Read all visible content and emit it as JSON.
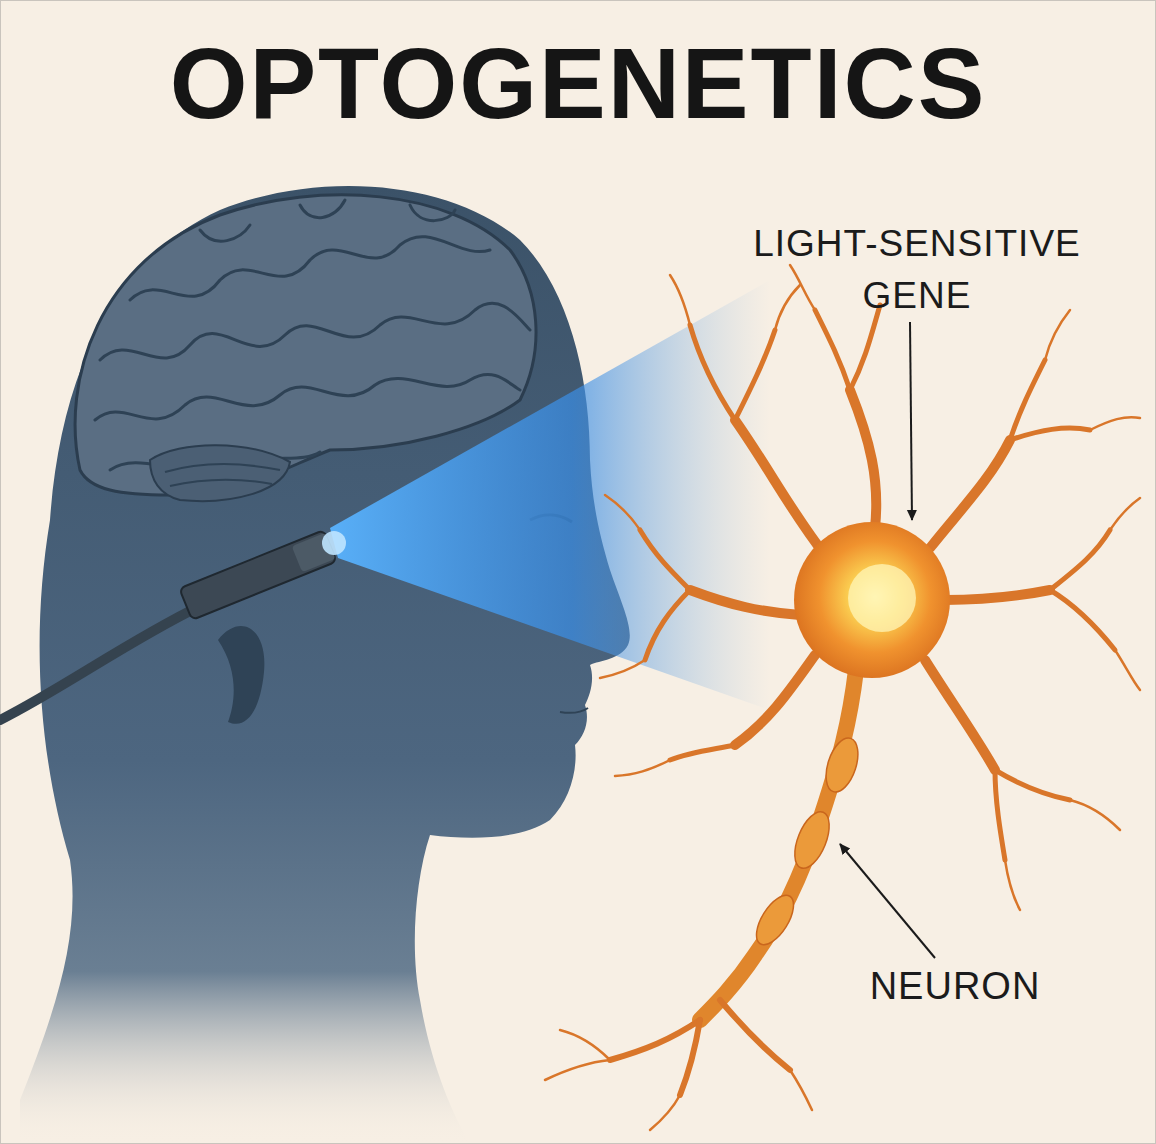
{
  "diagram": {
    "title": "OPTOGENETICS",
    "labels": [
      "LIGHT-SENSITIVE GENE",
      "NEURON"
    ]
  }
}
